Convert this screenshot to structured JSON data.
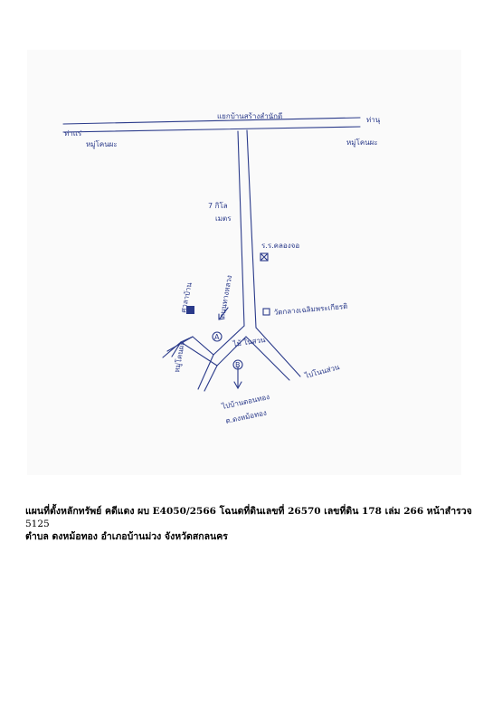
{
  "map": {
    "labels": {
      "top_road": "แยกบ้านสร้างสำนักดี",
      "top_left_end": "ท่าแร่",
      "top_left_sub": "หมู่โคนผะ",
      "top_right_end": "ท่านุ",
      "top_right_sub": "หมู่โคนผะ",
      "road_km": "7 กิโล",
      "road_km_sub": "เมตร",
      "school": "ร.ร.คลองจอ",
      "school_symbol": "⊠",
      "temple": "วัดกลางเฉลิมพระเกียรติ",
      "shop": "ศาลาบ้าน",
      "junction_left": "ถนนทางหลวง",
      "lot_a": "A",
      "lot_b": "B",
      "lot_a_text": "ไม้ ในสวน",
      "to_right": "ไปโนนส่วน",
      "to_south": "ไปบ้านดอนทอง",
      "to_south_sub": "ต.ดงหม้อทอง"
    }
  },
  "caption": {
    "line1": "แผนที่ตั้งหลักทรัพย์ คดีแดง ผบ E4050/2566  โฉนดที่ดินเลขที่ 26570   เลขที่ดิน 178   เล่ม 266  หน้าสำรวจ",
    "line2": "5125",
    "line3": " ตำบล ดงหม้อทอง  อำเภอบ้านม่วง  จังหวัดสกลนคร"
  },
  "colors": {
    "ink": "#2a3a8a",
    "paper": "#ffffff"
  }
}
